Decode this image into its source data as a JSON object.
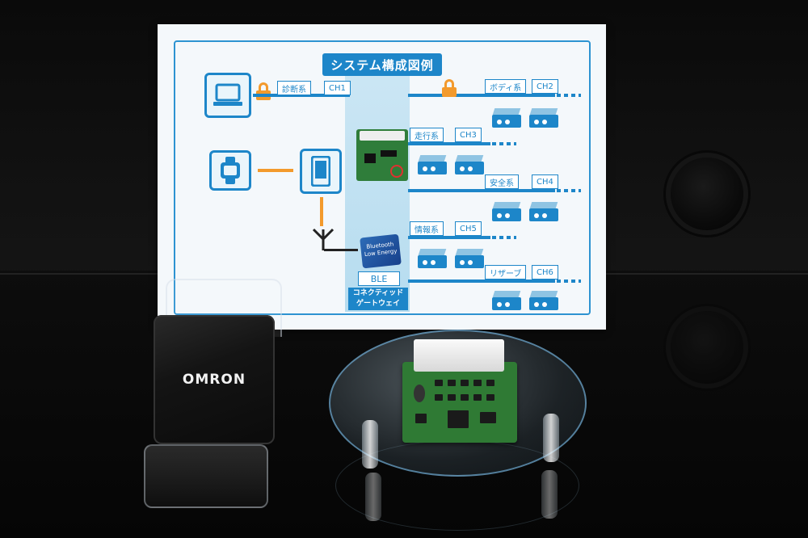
{
  "poster": {
    "title": "システム構成図例",
    "channels": [
      {
        "label": "診断系",
        "ch": "CH1"
      },
      {
        "label": "ボディ系",
        "ch": "CH2"
      },
      {
        "label": "走行系",
        "ch": "CH3"
      },
      {
        "label": "安全系",
        "ch": "CH4"
      },
      {
        "label": "情報系",
        "ch": "CH5"
      },
      {
        "label": "リザーブ",
        "ch": "CH6"
      }
    ],
    "ble_label": "BLE",
    "chip_text": "Bluetooth Low Energy",
    "gateway_label_line1": "コネクティッド",
    "gateway_label_line2": "ゲートウェイ"
  },
  "device": {
    "brand": "OMRON"
  },
  "colors": {
    "accent_blue": "#1d86c9",
    "lock_orange": "#f39a2c",
    "pcb_green": "#2f7a34"
  },
  "icons": [
    "laptop-icon",
    "smartwatch-icon",
    "smartphone-icon",
    "antenna-icon",
    "lock-icon",
    "ecu-icon"
  ]
}
